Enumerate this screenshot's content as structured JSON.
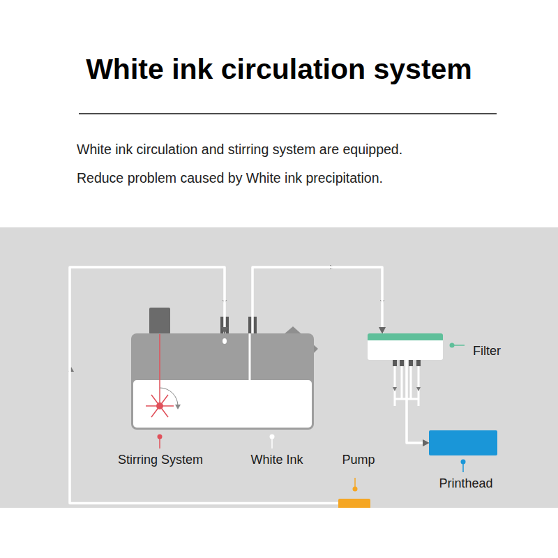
{
  "diagram": {
    "title": "White ink circulation system",
    "nodes": [
      {
        "text": [
          "Stirring System",
          "White Ink"
        ]
      },
      {
        "text": [
          "Filter"
        ]
      },
      {
        "text": [
          "Printhead"
        ]
      },
      {
        "text": [
          "Pump"
        ]
      }
    ],
    "edges": [
      {
        "from": 3,
        "to": 0,
        "arrow": "to"
      },
      {
        "from": 0,
        "to": 1,
        "arrow": "to"
      },
      {
        "from": 1,
        "to": 2,
        "arrow": "to"
      }
    ],
    "labels": [
      "White ink circulation and stirring system are equipped.",
      "Reduce problem caused by White ink precipitation."
    ]
  }
}
